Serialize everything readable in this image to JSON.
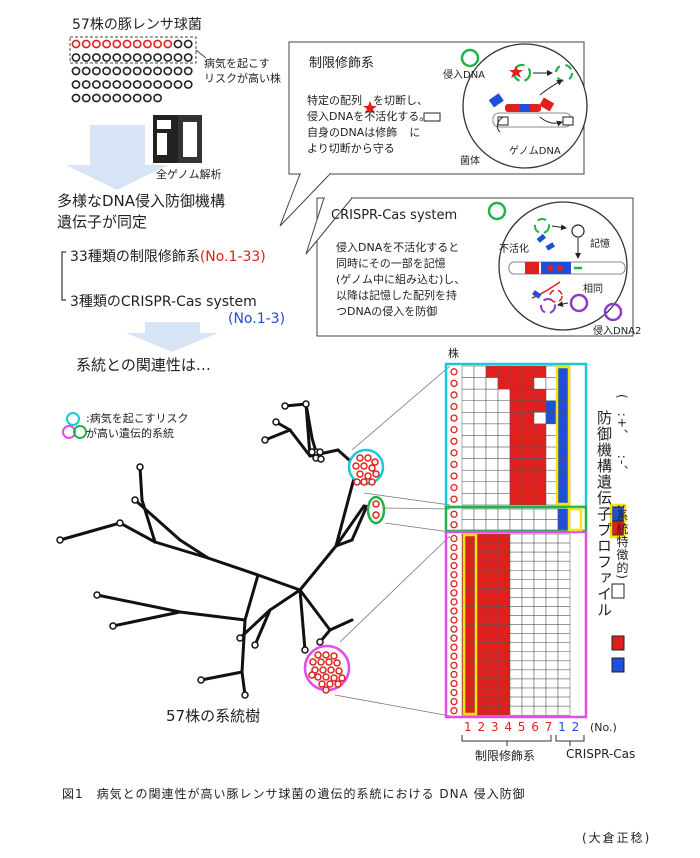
{
  "top": {
    "strain_title": "57株の豚レンサ球菌",
    "high_risk_note": "病気を起こす\nリスクが高い株",
    "genome_label": "全ゲノム解析",
    "identified": "多様なDNA侵入防御機構\n遺伝子が同定",
    "rm_count_text": "33種類の制限修飾系",
    "rm_ref": "(No.1-33)",
    "crispr_count_text": "3種類のCRISPR-Cas system",
    "crispr_ref": "(No.1-3)",
    "relation_text": "系統との関連性は…"
  },
  "rm_box": {
    "title": "制限修飾系",
    "desc_line1_a": "特定の配列",
    "desc_line1_b": "を切断し、",
    "desc_line2": "侵入DNAを不活化する。",
    "desc_line3": "自身のDNAは修飾",
    "desc_line3_b": "に",
    "desc_line4": "より切断から守る",
    "label_invading": "侵入DNA",
    "label_genome": "ゲノムDNA",
    "label_body": "菌体"
  },
  "crispr_box": {
    "title": "CRISPR-Cas system",
    "desc_line1": "侵入DNAを不活化すると",
    "desc_line2": "同時にその一部を記憶",
    "desc_line3": "(ゲノム中に組み込む)し、",
    "desc_line4": "以降は記憶した配列を持",
    "desc_line5": "つDNAの侵入を防御",
    "label_inactivate": "不活化",
    "label_memory": "記憶",
    "label_same": "相同",
    "label_dna2": "侵入DNA2"
  },
  "tree": {
    "legend_text": ":病気を起こすリスク\nが高い遺伝的系統",
    "caption": "57株の系統樹"
  },
  "profile": {
    "strain_header": "株",
    "side_title": "防御機構遺伝子プロファイル",
    "side_legend_open": "(",
    "side_legend_plus": ":+、",
    "side_legend_minus": ":-、",
    "side_legend_tail": ":系統特徴的)",
    "rm_numbers": [
      "1",
      "2",
      "3",
      "4",
      "5",
      "6",
      "7"
    ],
    "crispr_numbers": [
      "1",
      "2"
    ],
    "no_label": "(No.)",
    "rm_group_label": "制限修飾系",
    "crispr_group_label": "CRISPR-Cas",
    "cyan_rows": [
      [
        0,
        0,
        1,
        1,
        1,
        1,
        1,
        0,
        1
      ],
      [
        0,
        0,
        0,
        1,
        1,
        1,
        0,
        0,
        1
      ],
      [
        0,
        0,
        0,
        0,
        1,
        1,
        1,
        0,
        1
      ],
      [
        0,
        0,
        0,
        0,
        1,
        1,
        1,
        1,
        1
      ],
      [
        0,
        0,
        0,
        0,
        1,
        1,
        0,
        1,
        1
      ],
      [
        0,
        0,
        0,
        0,
        1,
        1,
        1,
        0,
        1
      ],
      [
        0,
        0,
        0,
        0,
        1,
        1,
        1,
        0,
        1
      ],
      [
        0,
        0,
        0,
        0,
        1,
        1,
        1,
        0,
        1
      ],
      [
        0,
        0,
        0,
        0,
        1,
        1,
        1,
        0,
        1
      ],
      [
        0,
        0,
        0,
        0,
        1,
        1,
        1,
        0,
        1
      ],
      [
        0,
        0,
        0,
        0,
        1,
        1,
        1,
        0,
        1
      ],
      [
        0,
        0,
        0,
        0,
        1,
        1,
        1,
        0,
        1
      ]
    ],
    "green_rows": [
      [
        0,
        0,
        0,
        0,
        0,
        0,
        0,
        0,
        1
      ],
      [
        0,
        0,
        0,
        0,
        0,
        0,
        0,
        0,
        1
      ]
    ],
    "magenta_rows": [
      [
        1,
        1,
        1,
        1,
        0,
        0,
        0,
        0,
        0
      ],
      [
        1,
        1,
        1,
        1,
        0,
        0,
        0,
        0,
        0
      ],
      [
        1,
        1,
        1,
        1,
        0,
        0,
        0,
        0,
        0
      ],
      [
        1,
        1,
        1,
        1,
        0,
        0,
        0,
        0,
        0
      ],
      [
        1,
        1,
        1,
        1,
        0,
        0,
        0,
        0,
        0
      ],
      [
        1,
        1,
        1,
        1,
        0,
        0,
        0,
        0,
        0
      ],
      [
        1,
        1,
        1,
        1,
        0,
        0,
        0,
        0,
        0
      ],
      [
        1,
        1,
        1,
        1,
        0,
        0,
        0,
        0,
        0
      ],
      [
        1,
        1,
        1,
        1,
        0,
        0,
        0,
        0,
        0
      ],
      [
        1,
        1,
        1,
        1,
        0,
        0,
        0,
        0,
        0
      ],
      [
        1,
        1,
        1,
        1,
        0,
        0,
        0,
        0,
        0
      ],
      [
        1,
        1,
        1,
        1,
        0,
        0,
        0,
        0,
        0
      ],
      [
        1,
        1,
        1,
        1,
        0,
        0,
        0,
        0,
        0
      ],
      [
        1,
        1,
        1,
        1,
        0,
        0,
        0,
        0,
        0
      ],
      [
        1,
        1,
        1,
        1,
        0,
        0,
        0,
        0,
        0
      ],
      [
        1,
        1,
        1,
        1,
        0,
        0,
        0,
        0,
        0
      ],
      [
        1,
        1,
        1,
        1,
        0,
        0,
        0,
        0,
        0
      ],
      [
        1,
        1,
        1,
        1,
        0,
        0,
        0,
        0,
        0
      ],
      [
        1,
        1,
        1,
        1,
        0,
        0,
        0,
        0,
        0
      ],
      [
        1,
        1,
        1,
        1,
        0,
        0,
        0,
        0,
        0
      ]
    ]
  },
  "caption": {
    "figure": "図1　病気との関連性が高い豚レンサ球菌の遺伝的系統における DNA 侵入防御",
    "author": "(大倉正稔)"
  },
  "colors": {
    "red": "#e0201c",
    "blue": "#1f4fd8",
    "cyan": "#19c9d6",
    "magenta": "#e04ee6",
    "green": "#20b34a",
    "yellow": "#f2e30d"
  }
}
